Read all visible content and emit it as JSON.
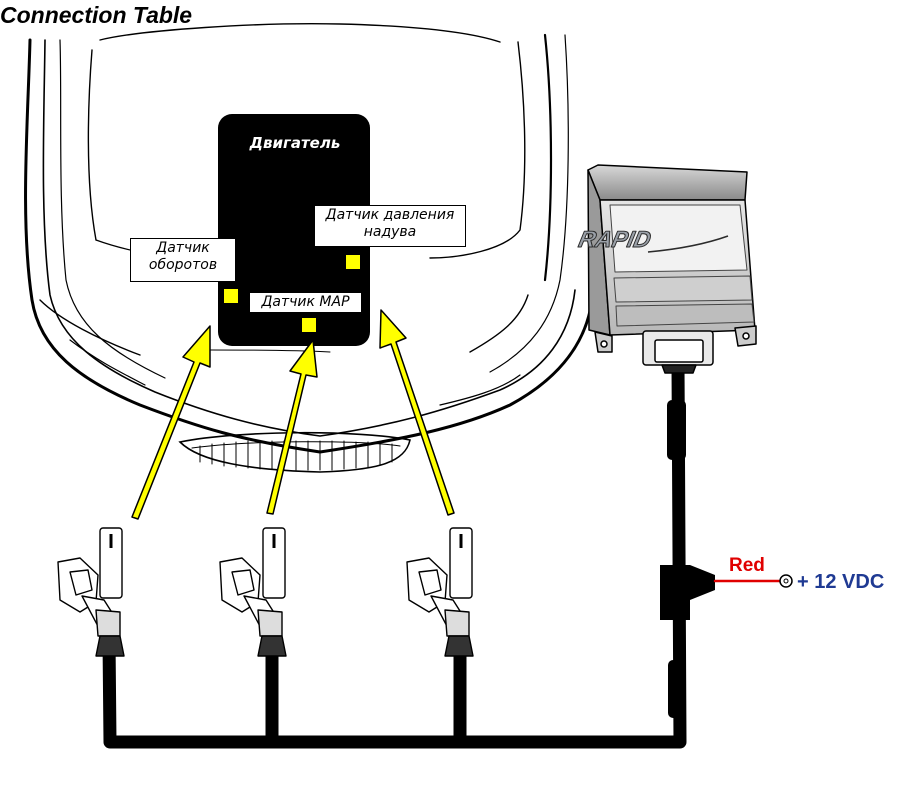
{
  "title": "Connection Table",
  "engine": {
    "label": "Двигатель",
    "fill": "#000000"
  },
  "sensors": {
    "rpm": "Датчик оборотов",
    "boost": "Датчик давления надува",
    "map": "Датчик MAP"
  },
  "sensor_marker_color": "#FFFF00",
  "arrow_color": "#FFFF00",
  "module": {
    "logo": "RAPID"
  },
  "power": {
    "wire_label": "Red",
    "wire_color": "#E00000",
    "voltage_label": "+ 12 VDC",
    "voltage_color": "#1F3A93"
  },
  "icons": [
    "car-outline-icon",
    "engine-block-icon",
    "rapid-module-icon",
    "connector-plug-icon",
    "ring-terminal-icon",
    "harness-cable-icon"
  ]
}
